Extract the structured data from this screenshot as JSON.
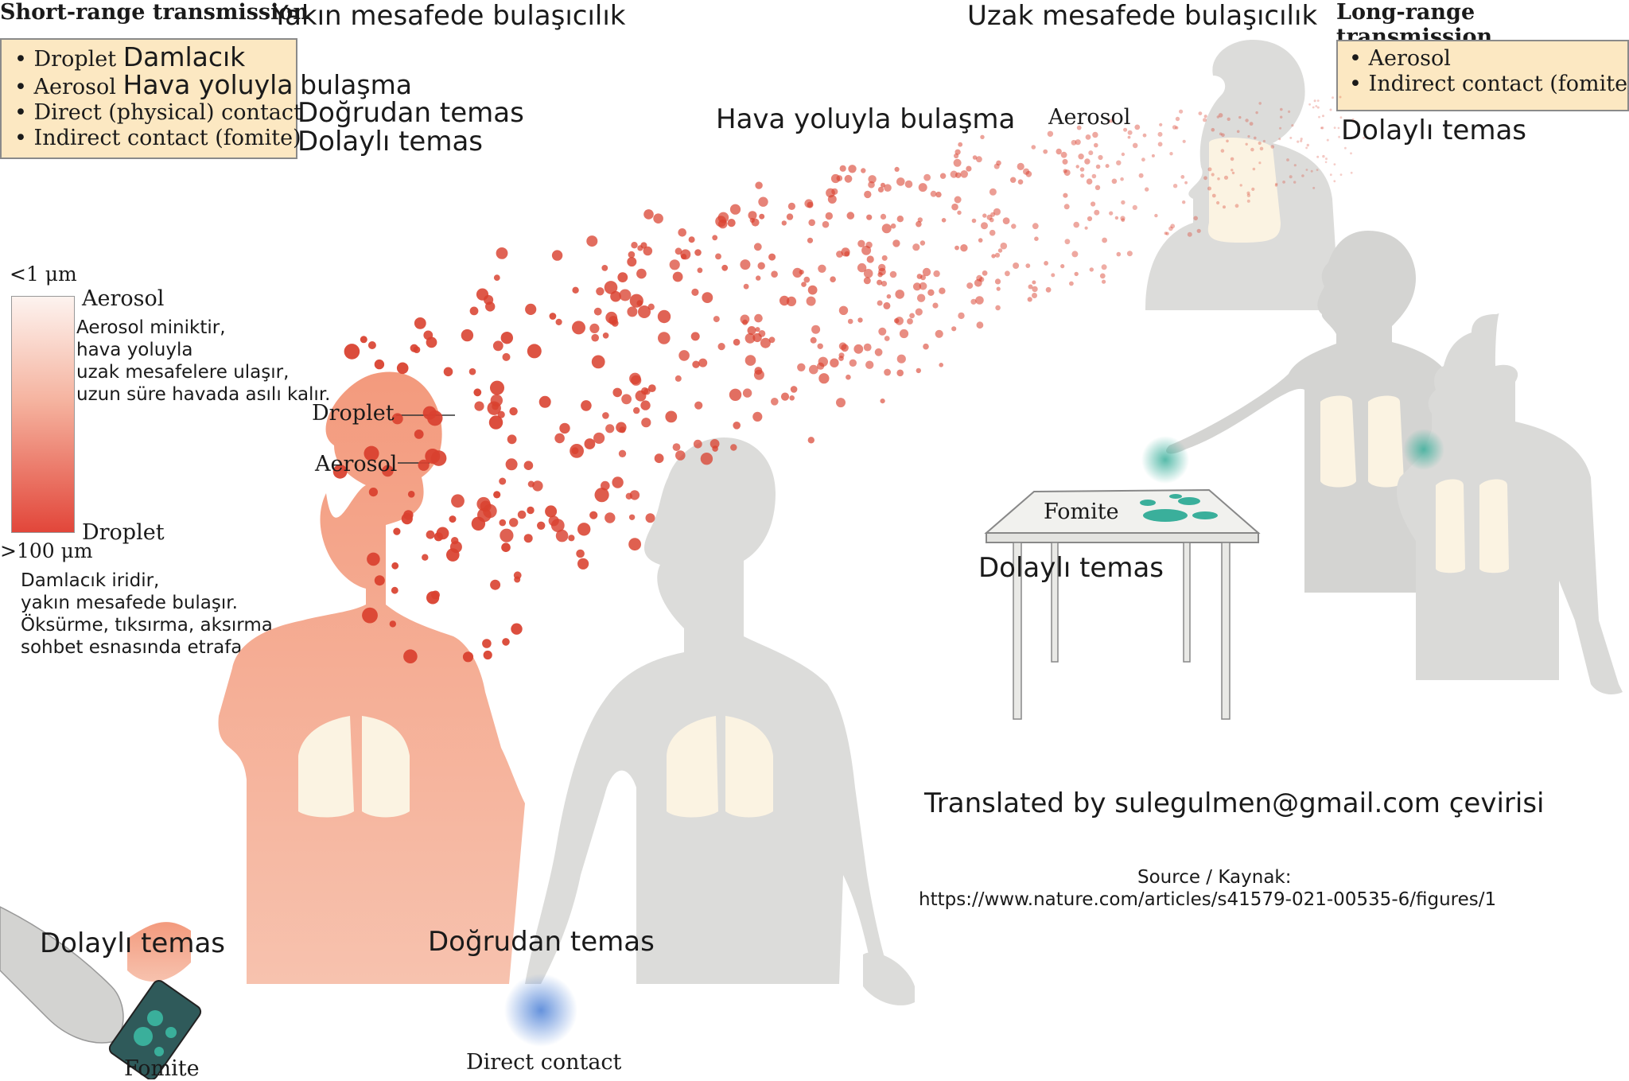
{
  "header": {
    "short_range": "Short-range transmission",
    "short_range_tr": "Yakın mesafede bulaşıcılık",
    "long_range_tr": "Uzak mesafede bulaşıcılık",
    "long_range": "Long-range transmission"
  },
  "short_box": {
    "items": [
      {
        "en": "Droplet",
        "tr": "Damlacık"
      },
      {
        "en": "Aerosol",
        "tr": "Hava yoluyla"
      },
      {
        "en": "Direct (physical) contact",
        "tr": ""
      },
      {
        "en": "Indirect contact (fomite)",
        "tr": ""
      }
    ],
    "aerosol_tr_suffix": "bulaşma",
    "direct_tr": "Doğrudan temas",
    "indirect_tr": "Dolaylı temas"
  },
  "long_box": {
    "items": [
      {
        "en": "Aerosol"
      },
      {
        "en": "Indirect contact (fomite)"
      }
    ],
    "indirect_tr": "Dolaylı temas"
  },
  "scale": {
    "top_label": "<1 μm",
    "bottom_label": ">100 μm",
    "aerosol_label": "Aerosol",
    "droplet_label": "Droplet",
    "aerosol_note": [
      "Aerosol miniktir,",
      "hava yoluyla",
      "uzak mesafelere ulaşır,",
      "uzun süre havada asılı kalır."
    ],
    "droplet_note": [
      "Damlacık iridir,",
      "yakın mesafede bulaşır.",
      "Öksürme, tıksırma, aksırma,",
      "sohbet esnasında etrafa saçılır."
    ],
    "colors": {
      "top": "#fdf1ec",
      "bottom": "#e2463a"
    }
  },
  "labels": {
    "airborne_tr": "Hava yoluyla bulaşma",
    "aerosol_top": "Aerosol",
    "droplet": "Droplet",
    "aerosol": "Aerosol",
    "fomite_table": "Fomite",
    "indirect_table_tr": "Dolaylı temas",
    "indirect_phone_tr": "Dolaylı temas",
    "direct_hands_tr": "Doğrudan temas",
    "fomite_phone": "Fomite",
    "direct_contact": "Direct contact"
  },
  "credit": {
    "translated": "Translated by sulegulmen@gmail.com çevirisi",
    "source_label": "Source / Kaynak:",
    "source_url": "https://www.nature.com/articles/s41579-021-00535-6/figures/1"
  },
  "colors": {
    "infected_body": "#f4a486",
    "healthy_body": "#d9d9d7",
    "lungs": "#fbf3e2",
    "particle": "#d9412f",
    "fomite": "#3aaf9b",
    "direct_glow": "#4a7fd6"
  }
}
